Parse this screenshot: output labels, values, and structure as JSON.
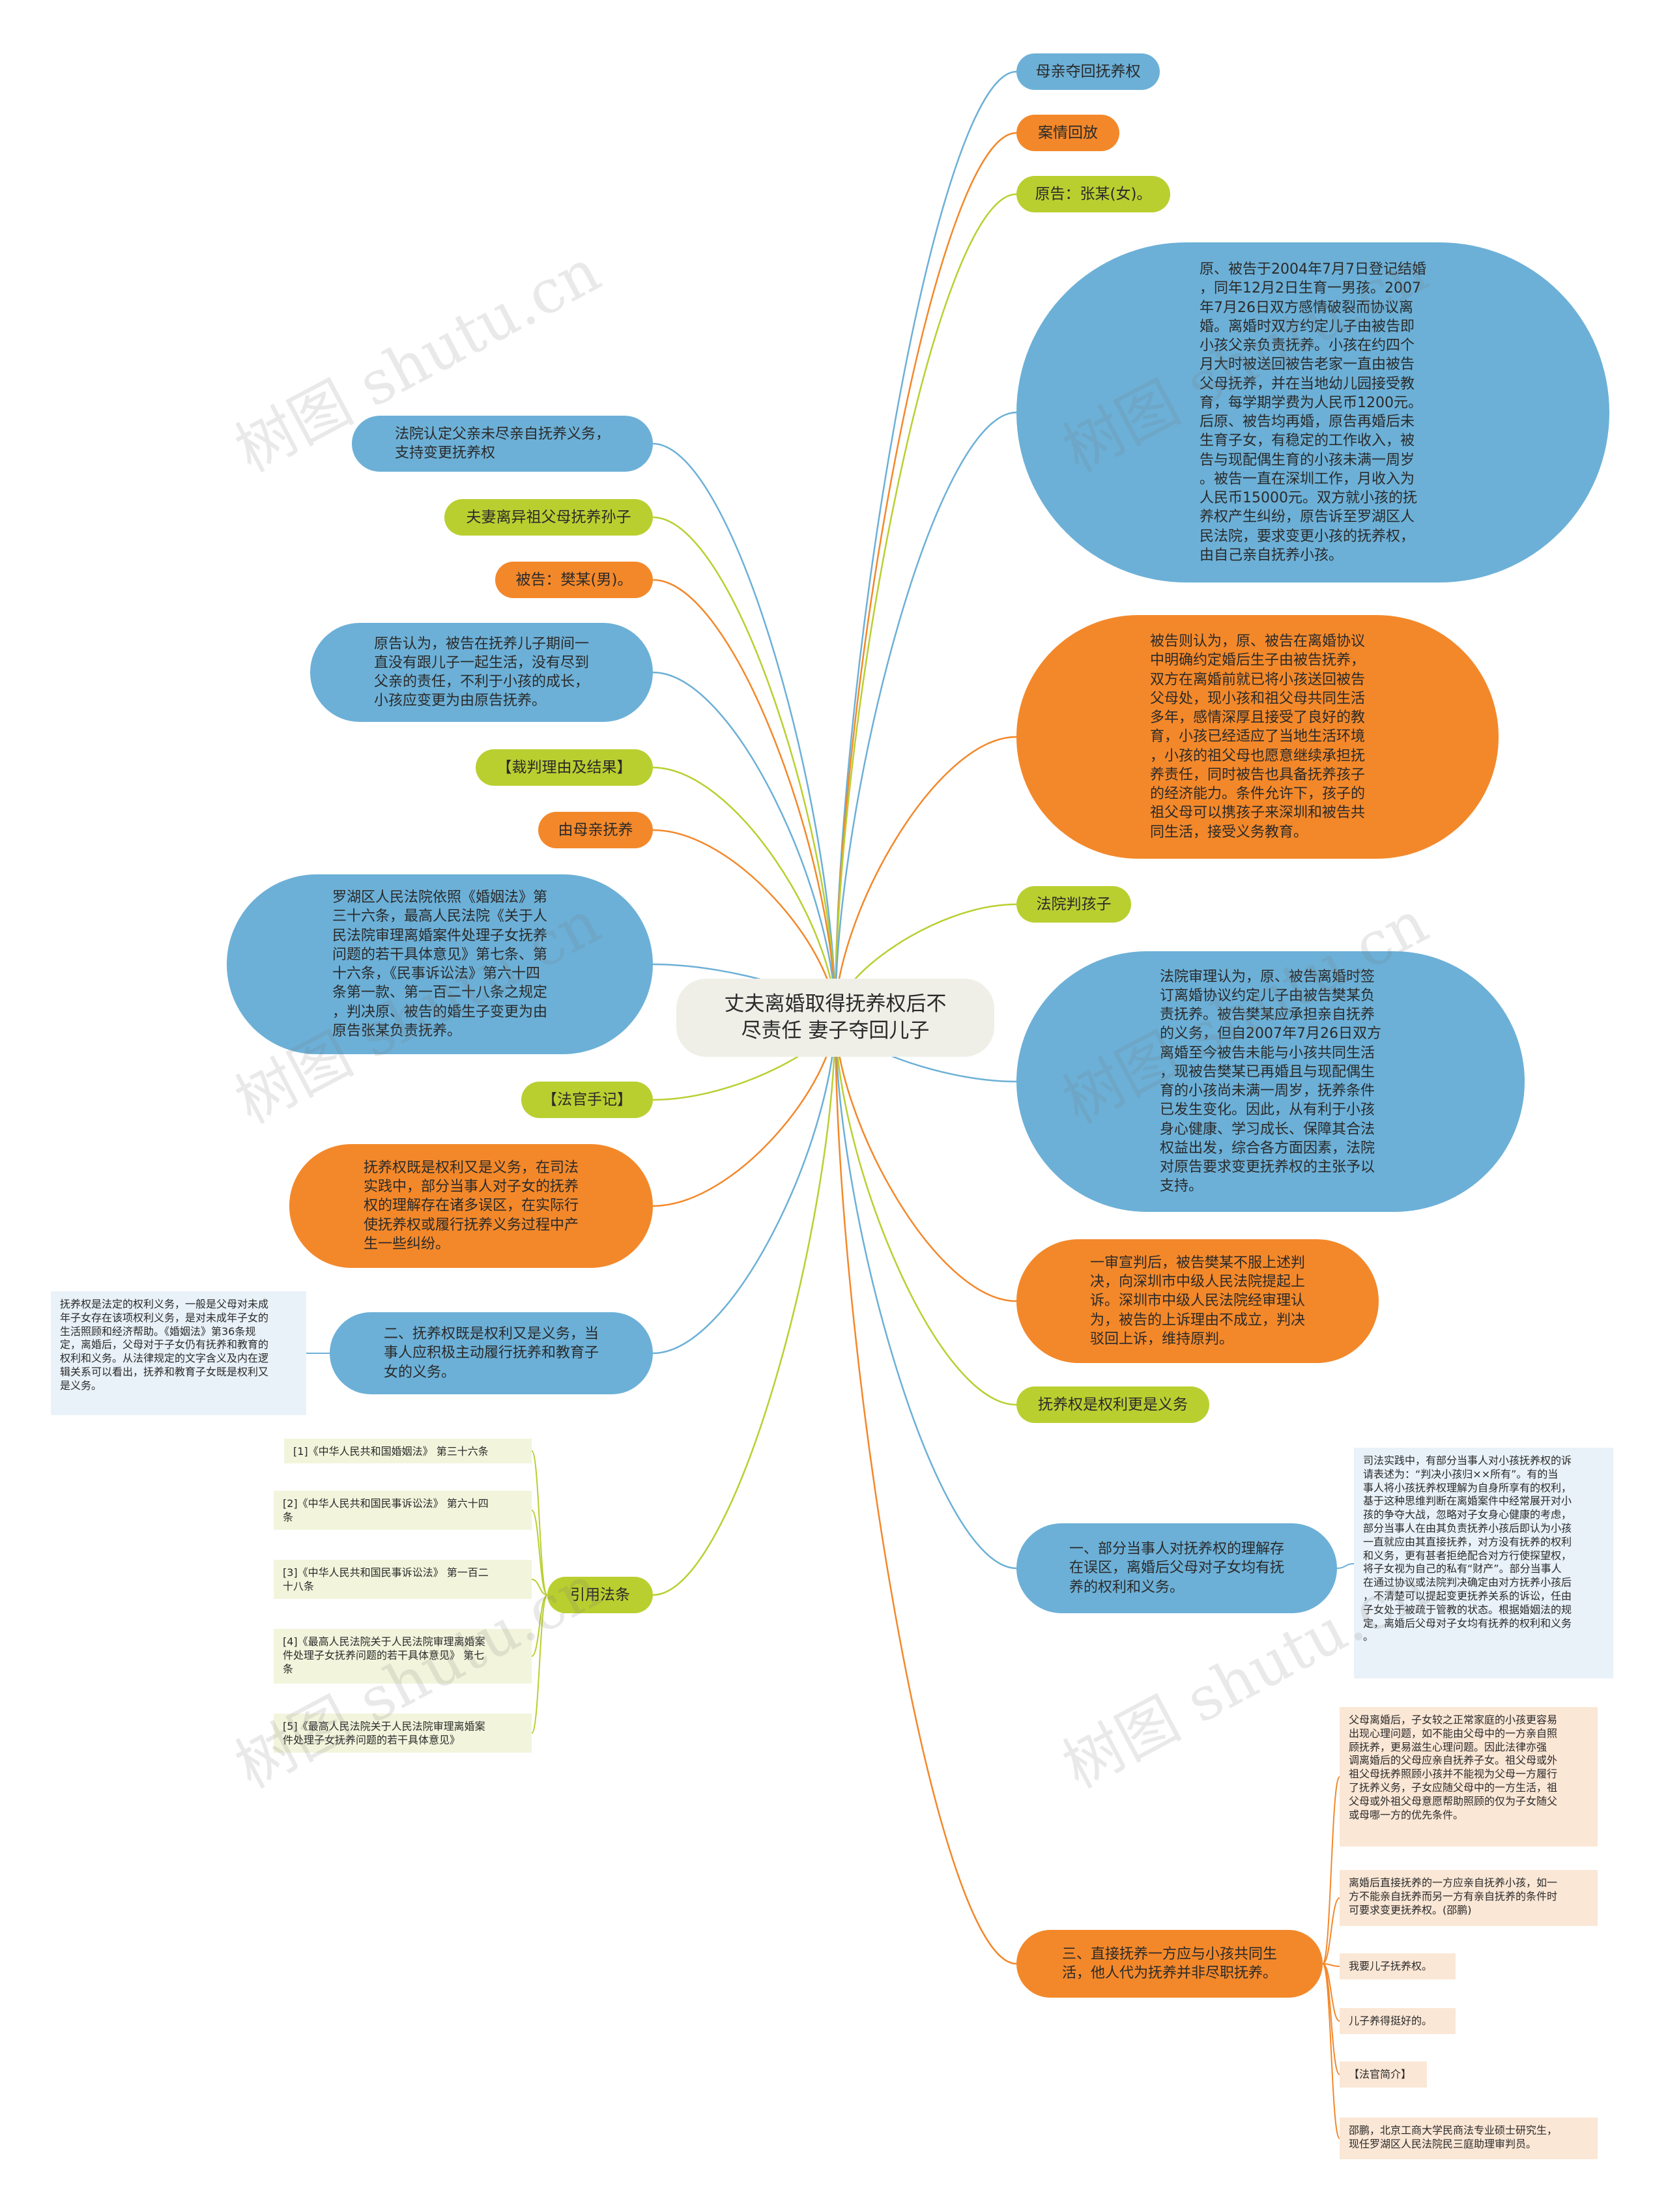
{
  "root": {
    "title": "丈夫离婚取得抚养权后不\n尽责任 妻子夺回儿子"
  },
  "colors": {
    "blue": "#6cb0d7",
    "orange": "#f3882a",
    "lime": "#b9cf30",
    "root": "#efefe8"
  },
  "right_nodes": [
    {
      "id": "r1",
      "text": "母亲夺回抚养权"
    },
    {
      "id": "r2",
      "text": "案情回放"
    },
    {
      "id": "r3",
      "text": "原告：张某(女)。"
    },
    {
      "id": "r4",
      "text": "原、被告于2004年7月7日登记结婚\n，同年12月2日生育一男孩。2007\n年7月26日双方感情破裂而协议离\n婚。离婚时双方约定儿子由被告即\n小孩父亲负责抚养。小孩在约四个\n月大时被送回被告老家一直由被告\n父母抚养，并在当地幼儿园接受教\n育，每学期学费为人民币1200元。\n后原、被告均再婚，原告再婚后未\n生育子女，有稳定的工作收入，被\n告与现配偶生育的小孩未满一周岁\n。被告一直在深圳工作，月收入为\n人民币15000元。双方就小孩的抚\n养权产生纠纷，原告诉至罗湖区人\n民法院，要求变更小孩的抚养权，\n由自己亲自抚养小孩。"
    },
    {
      "id": "r5",
      "text": "被告则认为，原、被告在离婚协议\n中明确约定婚后生子由被告抚养，\n双方在离婚前就已将小孩送回被告\n父母处，现小孩和祖父母共同生活\n多年，感情深厚且接受了良好的教\n育，小孩已经适应了当地生活环境\n，小孩的祖父母也愿意继续承担抚\n养责任，同时被告也具备抚养孩子\n的经济能力。条件允许下，孩子的\n祖父母可以携孩子来深圳和被告共\n同生活，接受义务教育。"
    },
    {
      "id": "r6",
      "text": "法院判孩子"
    },
    {
      "id": "r7",
      "text": "法院审理认为，原、被告离婚时签\n订离婚协议约定儿子由被告樊某负\n责抚养。被告樊某应承担亲自抚养\n的义务，但自2007年7月26日双方\n离婚至今被告未能与小孩共同生活\n，现被告樊某已再婚且与现配偶生\n育的小孩尚未满一周岁，抚养条件\n已发生变化。因此，从有利于小孩\n身心健康、学习成长、保障其合法\n权益出发，综合各方面因素，法院\n对原告要求变更抚养权的主张予以\n支持。"
    },
    {
      "id": "r8",
      "text": "一审宣判后，被告樊某不服上述判\n决，向深圳市中级人民法院提起上\n诉。深圳市中级人民法院经审理认\n为，被告的上诉理由不成立，判决\n驳回上诉，维持原判。"
    },
    {
      "id": "r9",
      "text": "抚养权是权利更是义务"
    },
    {
      "id": "r10",
      "text": "一、部分当事人对抚养权的理解存\n在误区，离婚后父母对子女均有抚\n养的权利和义务。"
    },
    {
      "id": "r11",
      "text": "三、直接抚养一方应与小孩共同生\n活，他人代为抚养并非尽职抚养。"
    }
  ],
  "left_nodes": [
    {
      "id": "l1",
      "text": "法院认定父亲未尽亲自抚养义务，\n支持变更抚养权"
    },
    {
      "id": "l2",
      "text": "夫妻离异祖父母抚养孙子"
    },
    {
      "id": "l3",
      "text": "被告：樊某(男)。"
    },
    {
      "id": "l4",
      "text": "原告认为，被告在抚养儿子期间一\n直没有跟儿子一起生活，没有尽到\n父亲的责任，不利于小孩的成长，\n小孩应变更为由原告抚养。"
    },
    {
      "id": "l5",
      "text": "【裁判理由及结果】"
    },
    {
      "id": "l6",
      "text": "由母亲抚养"
    },
    {
      "id": "l7",
      "text": "罗湖区人民法院依照《婚姻法》第\n三十六条，最高人民法院《关于人\n民法院审理离婚案件处理子女抚养\n问题的若干具体意见》第七条、第\n十六条，《民事诉讼法》第六十四\n条第一款、第一百二十八条之规定\n，判决原、被告的婚生子变更为由\n原告张某负责抚养。"
    },
    {
      "id": "l8",
      "text": "【法官手记】"
    },
    {
      "id": "l9",
      "text": "抚养权既是权利又是义务，在司法\n实践中，部分当事人对子女的抚养\n权的理解存在诸多误区，在实际行\n使抚养权或履行抚养义务过程中产\n生一些纠纷。"
    },
    {
      "id": "l10",
      "text": "二、抚养权既是权利又是义务，当\n事人应积极主动履行抚养和教育子\n女的义务。"
    },
    {
      "id": "l11",
      "text": "引用法条"
    }
  ],
  "notes": {
    "l10_note": "抚养权是法定的权利义务，一般是父母对未成\n年子女存在该项权利义务，是对未成年子女的\n生活照顾和经济帮助。《婚姻法》第36条规\n定，离婚后，父母对于子女仍有抚养和教育的\n权利和义务。从法律规定的文字含义及内在逻\n辑关系可以看出，抚养和教育子女既是权利又\n是义务。",
    "citations": [
      "[1]《中华人民共和国婚姻法》 第三十六条",
      "[2]《中华人民共和国民事诉讼法》 第六十四\n条",
      "[3]《中华人民共和国民事诉讼法》 第一百二\n十八条",
      "[4]《最高人民法院关于人民法院审理离婚案\n件处理子女抚养问题的若干具体意见》 第七\n条",
      "[5]《最高人民法院关于人民法院审理离婚案\n件处理子女抚养问题的若干具体意见》"
    ],
    "r10_note": "司法实践中，有部分当事人对小孩抚养权的诉\n请表述为：“判决小孩归××所有”。有的当\n事人将小孩抚养权理解为自身所享有的权利，\n基于这种思维判断在离婚案件中经常展开对小\n孩的争夺大战，忽略对子女身心健康的考虑，\n部分当事人在由其负责抚养小孩后即认为小孩\n一直就应由其直接抚养，对方没有抚养的权利\n和义务，更有甚者拒绝配合对方行使探望权，\n将子女视为自己的私有“财产”。部分当事人\n在通过协议或法院判决确定由对方抚养小孩后\n，不清楚可以提起变更抚养关系的诉讼，任由\n子女处于被疏于管教的状态。根据婚姻法的规\n定，离婚后父母对子女均有抚养的权利和义务\n。",
    "r11_notes": [
      "父母离婚后，子女较之正常家庭的小孩更容易\n出现心理问题，如不能由父母中的一方亲自照\n顾抚养，更易滋生心理问题。因此法律亦强\n调离婚后的父母应亲自抚养子女。祖父母或外\n祖父母抚养照顾小孩并不能视为父母一方履行\n了抚养义务，子女应随父母中的一方生活，祖\n父母或外祖父母意愿帮助照顾的仅为子女随父\n或母哪一方的优先条件。",
      "离婚后直接抚养的一方应亲自抚养小孩，如一\n方不能亲自抚养而另一方有亲自抚养的条件时\n可要求变更抚养权。(邵鹏)",
      "我要儿子抚养权。",
      "儿子养得挺好的。",
      "【法官简介】",
      "邵鹏，北京工商大学民商法专业硕士研究生，\n现任罗湖区人民法院民三庭助理审判员。"
    ]
  },
  "watermark": "树图 shutu.cn"
}
